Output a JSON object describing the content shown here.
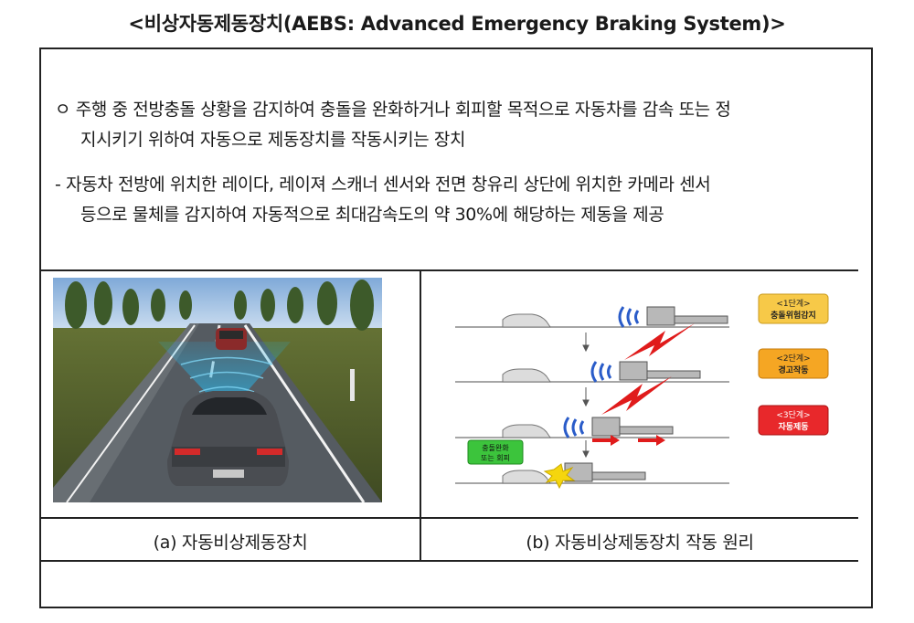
{
  "title": "<비상자동제동장치(AEBS: Advanced Emergency Braking System)>",
  "para1": {
    "bullet": "ㅇ",
    "line1": "주행 중 전방충돌 상황을 감지하여 충돌을 완화하거나 회피할 목적으로 자동차를 감속 또는 정",
    "line2": "지시키기 위하여 자동으로 제동장치를 작동시키는 장치"
  },
  "para2": {
    "bullet": "-",
    "line1": "자동차 전방에 위치한 레이다, 레이져 스캐너 센서와 전면 창유리 상단에 위치한 카메라 센서",
    "line2": "등으로 물체를 감지하여 자동적으로 최대감속도의 약 30%에 해당하는 제동을 제공"
  },
  "captions": {
    "a": "(a) 자동비상제동장치",
    "b": "(b) 자동비상제동장치 작동 원리"
  },
  "diagram": {
    "stage1": "<1단계>",
    "stage1_desc": "충돌위험감지",
    "stage2": "<2단계>",
    "stage2_desc": "경고작동",
    "stage3": "<3단계>",
    "stage3_desc": "자동제동",
    "avoid_line1": "충돌완화",
    "avoid_line2": "또는 회피",
    "colors": {
      "stage1": "#f7c948",
      "stage2": "#f5a623",
      "stage3": "#e8282b",
      "avoid": "#3cc43c"
    }
  }
}
